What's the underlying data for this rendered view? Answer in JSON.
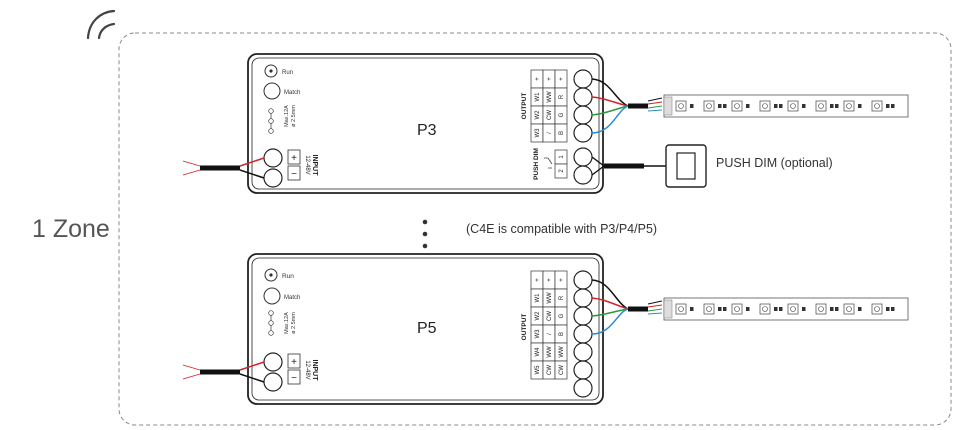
{
  "zone_label": "1 Zone",
  "note": "(C4E is compatible with P3/P4/P5)",
  "push_dim_label": "PUSH DIM (optional)",
  "controllers": [
    {
      "name": "P3",
      "run_label": "Run",
      "match_label": "Match",
      "max_label": "Max.12A",
      "fuse_label": "ø 2.5mm",
      "input_label": "INPUT",
      "input_voltage": "12-48V",
      "plus": "+",
      "minus": "−",
      "output_label": "OUTPUT",
      "pushdim_label": "PUSH DIM",
      "terminal_rows": [
        [
          "+",
          "+",
          "+"
        ],
        [
          "W1",
          "WW",
          "R"
        ],
        [
          "W2",
          "CW",
          "G"
        ],
        [
          "W3",
          "/",
          "B"
        ]
      ],
      "pushdim_terminals": [
        "1",
        "2"
      ]
    },
    {
      "name": "P5",
      "run_label": "Run",
      "match_label": "Match",
      "max_label": "Max.12A",
      "fuse_label": "ø 2.5mm",
      "input_label": "INPUT",
      "input_voltage": "12-48V",
      "plus": "+",
      "minus": "−",
      "output_label": "OUTPUT",
      "terminal_rows": [
        [
          "+",
          "+",
          "+"
        ],
        [
          "W1",
          "WW",
          "R"
        ],
        [
          "W2",
          "CW",
          "G"
        ],
        [
          "W3",
          "/",
          "B"
        ],
        [
          "W4",
          "WW",
          "WW"
        ],
        [
          "W5",
          "CW",
          "CW"
        ]
      ]
    }
  ],
  "wire_colors": {
    "black": "#111111",
    "red": "#d4232a",
    "green": "#2a9a3c",
    "blue": "#2b8ad6",
    "gray": "#888888"
  },
  "icons": [
    "wireless-signal-icon",
    "led-strip-icon",
    "push-button-icon",
    "ellipsis-icon"
  ]
}
